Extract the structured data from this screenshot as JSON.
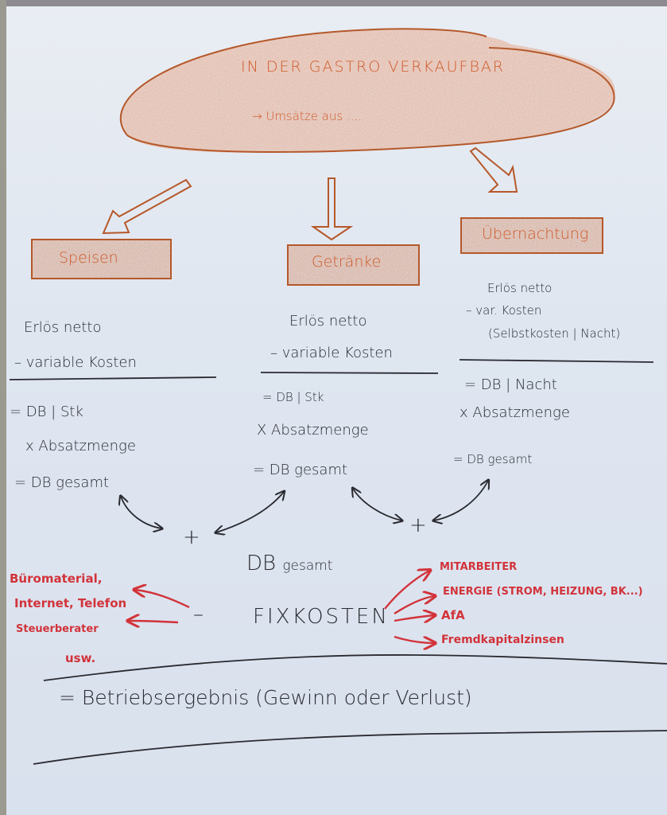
{
  "header": {
    "title": "IN DER GASTRO VERKAUFBAR",
    "subtitle": "→ Umsätze aus ....",
    "accent_color": "#cf5a2a"
  },
  "categories": [
    {
      "label": "Speisen",
      "lines": [
        "Erlös netto",
        "– variable Kosten"
      ],
      "result_lines": [
        "= DB | Stk",
        "x Absatzmenge",
        "= DB gesamt"
      ]
    },
    {
      "label": "Getränke",
      "lines": [
        "Erlös netto",
        "– variable Kosten"
      ],
      "result_lines": [
        "= DB | Stk",
        "X Absatzmenge",
        "= DB gesamt"
      ]
    },
    {
      "label": "Übernachtung",
      "lines": [
        "Erlös netto",
        "– var. Kosten",
        "(Selbstkosten | Nacht)"
      ],
      "result_lines": [
        "= DB | Nacht",
        "x Absatzmenge",
        "= DB gesamt"
      ]
    }
  ],
  "operators": {
    "plus": "+",
    "minus": "–"
  },
  "summary": {
    "db_total": "DB",
    "db_total_suffix": "gesamt",
    "fixed_costs": "FIXKOSTEN",
    "result": "= Betriebsergebnis (Gewinn oder Verlust)"
  },
  "fixed_costs_left": {
    "color": "#d2333a",
    "items": [
      "Büromaterial,",
      "Internet, Telefon",
      "Steuerberater",
      "usw."
    ]
  },
  "fixed_costs_right": {
    "color": "#d2333a",
    "items": [
      "MITARBEITER",
      "ENERGIE (STROM, HEIZUNG, BK...)",
      "AfA",
      "Fremdkapitalzinsen"
    ]
  }
}
